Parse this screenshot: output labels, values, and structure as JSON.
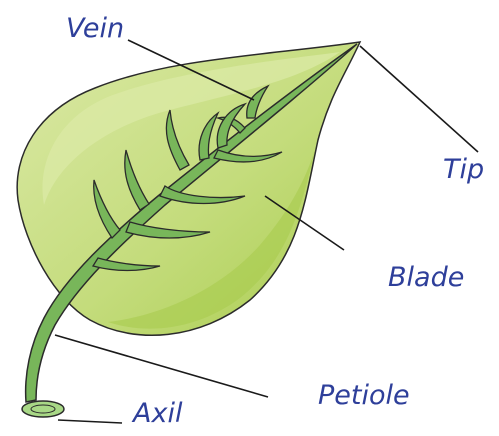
{
  "diagram": {
    "labels": {
      "vein": "Vein",
      "tip": "Tip",
      "blade": "Blade",
      "petiole": "Petiole",
      "axil": "Axil"
    },
    "colors": {
      "label_text": "#2e3f9a",
      "leaf_light": "#dbe9a6",
      "leaf_mid": "#c4dc7c",
      "leaf_dark": "#a9cc4e",
      "vein_fill": "#78b65a",
      "vein_highlight": "#a8d886",
      "outline": "#2b2b2b",
      "pointer_line": "#1a1a1a"
    }
  }
}
